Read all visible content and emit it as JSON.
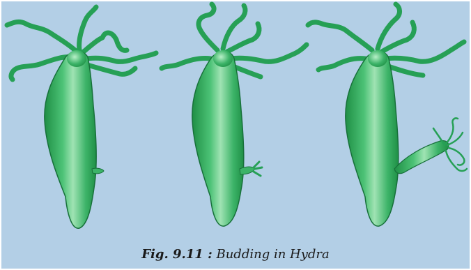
{
  "figure": {
    "label": "Fig. 9.11 :",
    "title": "Budding in Hydra",
    "colors": {
      "background": "#b3cfe6",
      "body_dark": "#1f8f45",
      "body_mid": "#3cb368",
      "body_light": "#9fe3b3",
      "outline": "#17703a"
    },
    "stages": [
      {
        "id": "stage-1",
        "bud": "small"
      },
      {
        "id": "stage-2",
        "bud": "growing-tentacles"
      },
      {
        "id": "stage-3",
        "bud": "new-hydra"
      }
    ]
  }
}
